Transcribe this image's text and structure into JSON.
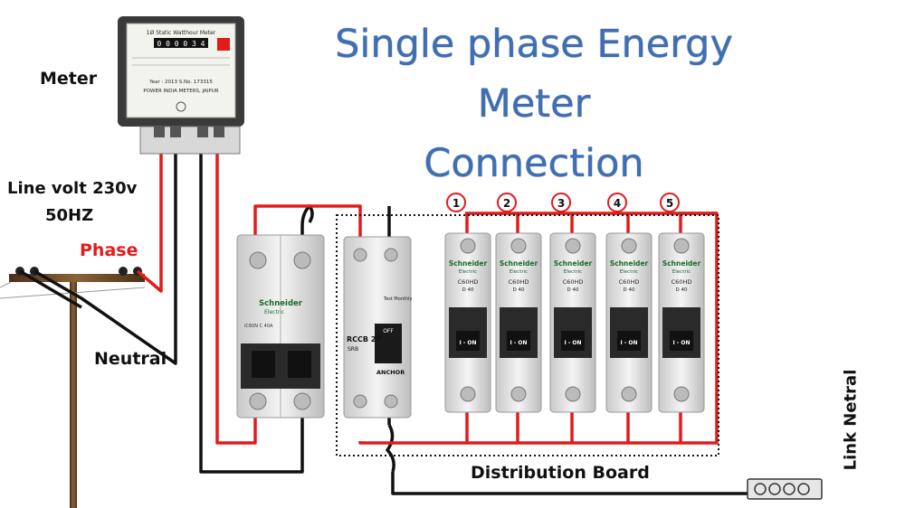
{
  "title": {
    "line1": "Single phase Energy",
    "line2": "Meter",
    "line3": "Connection"
  },
  "labels": {
    "meter": "Meter",
    "line_volt": "Line volt 230v",
    "frequency": "50HZ",
    "phase": "Phase",
    "neutral": "Neutral",
    "distribution_board": "Distribution Board",
    "link_neutral": "Link Netral"
  },
  "meter_face": {
    "header": "1Ø Static Watthour Meter",
    "reading": "0 0 0 0 3 4",
    "brand": "POWER INDIA METERS, JAIPUR",
    "year_serial": "Year : 2013 S.No. 173315"
  },
  "main_breaker": {
    "brand": "Schneider",
    "sub": "Electric",
    "model": "iC60N C 40A"
  },
  "rccb": {
    "model": "RCCB 2P",
    "type": "SRB",
    "brand": "ANCHOR",
    "test": "Test Monthly",
    "state": "OFF"
  },
  "mcbs": [
    {
      "number": "1",
      "brand": "Schneider",
      "sub": "Electric",
      "model": "C60HD",
      "rating": "D 40",
      "state": "I - ON"
    },
    {
      "number": "2",
      "brand": "Schneider",
      "sub": "Electric",
      "model": "C60HD",
      "rating": "D 40",
      "state": "I - ON"
    },
    {
      "number": "3",
      "brand": "Schneider",
      "sub": "Electric",
      "model": "C60HD",
      "rating": "D 40",
      "state": "I - ON"
    },
    {
      "number": "4",
      "brand": "Schneider",
      "sub": "Electric",
      "model": "C60HD",
      "rating": "D 40",
      "state": "I - ON"
    },
    {
      "number": "5",
      "brand": "Schneider",
      "sub": "Electric",
      "model": "C60HD",
      "rating": "D 40",
      "state": "I - ON"
    }
  ],
  "colors": {
    "phase_wire": "#e21b1b",
    "neutral_wire": "#111111",
    "title": "#3f6fb3",
    "pole": "#6b4a2a"
  }
}
